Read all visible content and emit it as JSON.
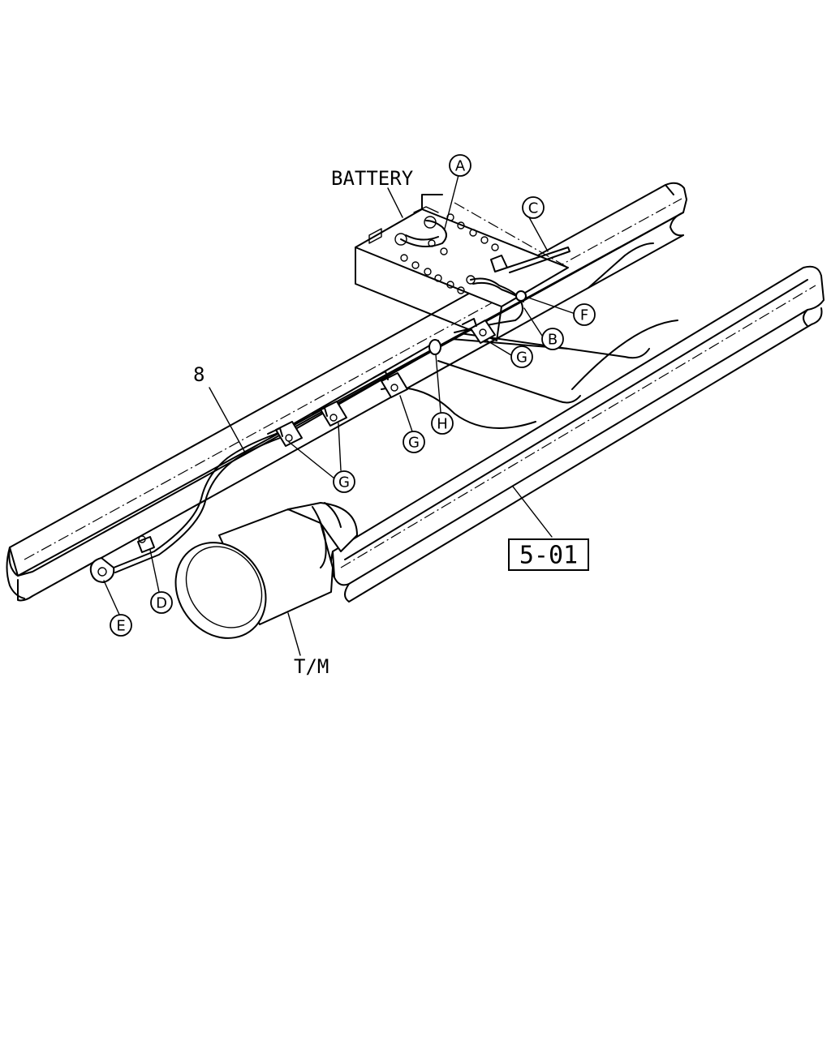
{
  "diagram": {
    "labels": {
      "battery": "BATTERY",
      "transmission": "T/M",
      "part_number": "8",
      "reference": "5-01"
    },
    "callouts": {
      "a": "A",
      "b": "B",
      "c": "C",
      "d": "D",
      "e": "E",
      "f": "F",
      "g": "G",
      "h": "H"
    }
  }
}
